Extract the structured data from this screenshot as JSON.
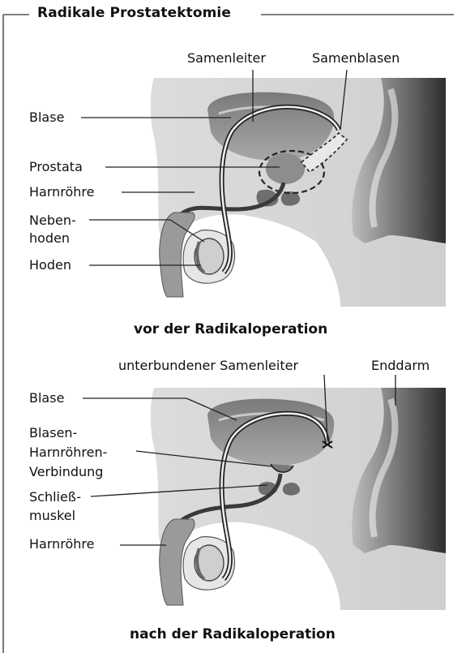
{
  "title": "Radikale Prostatektomie",
  "top_panel": {
    "caption": "vor der Radikaloperation",
    "labels": {
      "samenleiter": "Samenleiter",
      "samenblasen": "Samenblasen",
      "blase": "Blase",
      "prostata": "Prostata",
      "harnroehre": "Harnröhre",
      "nebenhoden": "Neben-\nhoden",
      "hoden": "Hoden"
    }
  },
  "bottom_panel": {
    "caption": "nach der Radikaloperation",
    "labels": {
      "unterbundener_samenleiter": "unterbundener Samenleiter",
      "enddarm": "Enddarm",
      "blase": "Blase",
      "verbindung": "Blasen-\nHarnröhren-\nVerbindung",
      "schliessmuskel": "Schließ-\nmuskel",
      "harnroehre": "Harnröhre"
    }
  }
}
